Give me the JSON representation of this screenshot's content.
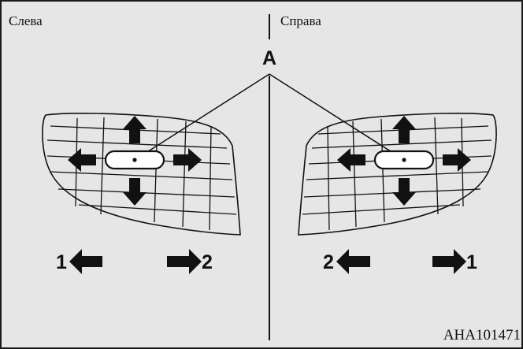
{
  "labels": {
    "left": "Слева",
    "right": "Справа",
    "pointer": "A",
    "code": "AHA101471"
  },
  "left_panel": {
    "legend": [
      {
        "number": "1",
        "direction": "left"
      },
      {
        "number": "2",
        "direction": "right"
      }
    ]
  },
  "right_panel": {
    "legend": [
      {
        "number": "2",
        "direction": "left"
      },
      {
        "number": "1",
        "direction": "right"
      }
    ]
  },
  "colors": {
    "background": "#e6e6e6",
    "frame": "#1a1a1a",
    "lens": "#ffffff",
    "ink": "#111111"
  }
}
